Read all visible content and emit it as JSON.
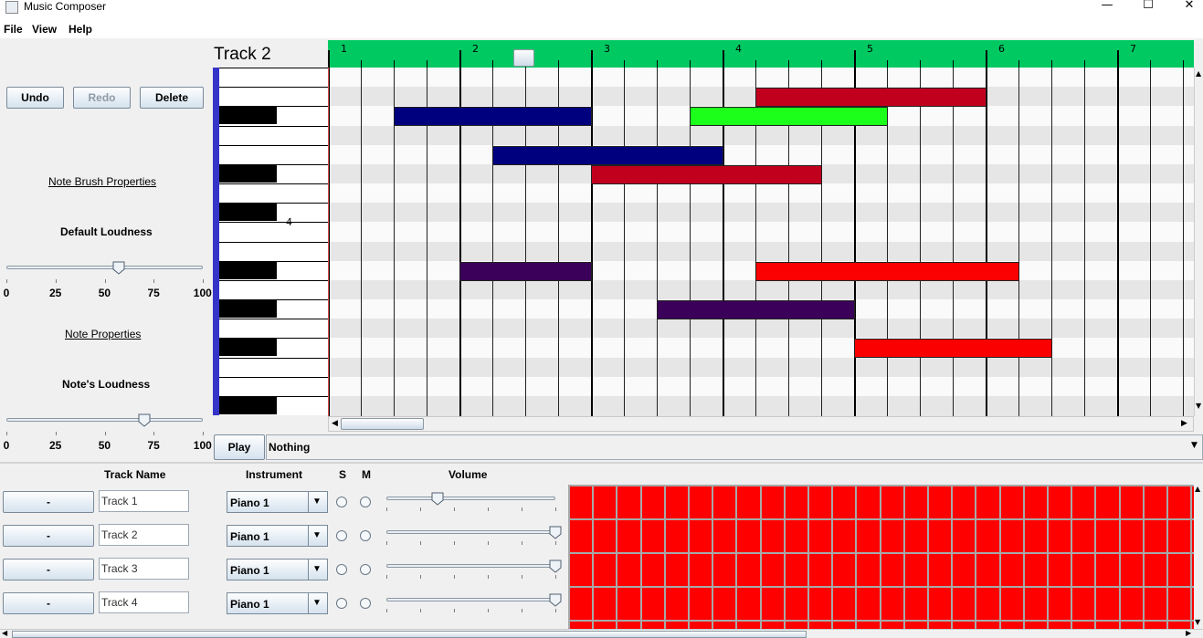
{
  "window": {
    "title": "Music Composer",
    "min": "—",
    "max": "☐",
    "close": "✕"
  },
  "menu": [
    "File",
    "View",
    "Help"
  ],
  "toolbar": {
    "undo": "Undo",
    "redo": "Redo",
    "delete": "Delete"
  },
  "track_title": "Track 2",
  "brush": {
    "title": "Note Brush Properties",
    "loudness_label": "Default Loudness",
    "value": 57
  },
  "note_props": {
    "title": "Note Properties",
    "loudness_label": "Note's Loudness",
    "value": 70
  },
  "slider_ticks": [
    "0",
    "25",
    "50",
    "75",
    "100"
  ],
  "piano": {
    "octave_label": "4"
  },
  "ruler": {
    "bars": [
      "1",
      "2",
      "3",
      "4",
      "5",
      "6",
      "7"
    ]
  },
  "notes": [
    {
      "row": 1,
      "start": 13,
      "len": 7,
      "color": "#c1001e"
    },
    {
      "row": 2,
      "start": 2,
      "len": 6,
      "color": "#00007f"
    },
    {
      "row": 2,
      "start": 11,
      "len": 6,
      "color": "#1bff1b"
    },
    {
      "row": 4,
      "start": 5,
      "len": 7,
      "color": "#00007f"
    },
    {
      "row": 5,
      "start": 8,
      "len": 7,
      "color": "#c1001e"
    },
    {
      "row": 10,
      "start": 4,
      "len": 4,
      "color": "#3b0059"
    },
    {
      "row": 10,
      "start": 13,
      "len": 8,
      "color": "#fb0000"
    },
    {
      "row": 12,
      "start": 10,
      "len": 6,
      "color": "#3b0059"
    },
    {
      "row": 14,
      "start": 16,
      "len": 6,
      "color": "#fb0000"
    }
  ],
  "transport": {
    "play": "Play",
    "status": "Nothing"
  },
  "tracks_header": {
    "name": "Track Name",
    "instrument": "Instrument",
    "solo": "S",
    "mute": "M",
    "volume": "Volume"
  },
  "tracks": [
    {
      "remove": "-",
      "name": "Track 1",
      "instrument": "Piano 1",
      "volume": 30
    },
    {
      "remove": "-",
      "name": "Track 2",
      "instrument": "Piano 1",
      "volume": 100
    },
    {
      "remove": "-",
      "name": "Track 3",
      "instrument": "Piano 1",
      "volume": 100
    },
    {
      "remove": "-",
      "name": "Track 4",
      "instrument": "Piano 1",
      "volume": 100
    }
  ],
  "colors": {
    "ruler": "#00c962",
    "pattern": "#ff0000",
    "accent": "#3434c8"
  }
}
